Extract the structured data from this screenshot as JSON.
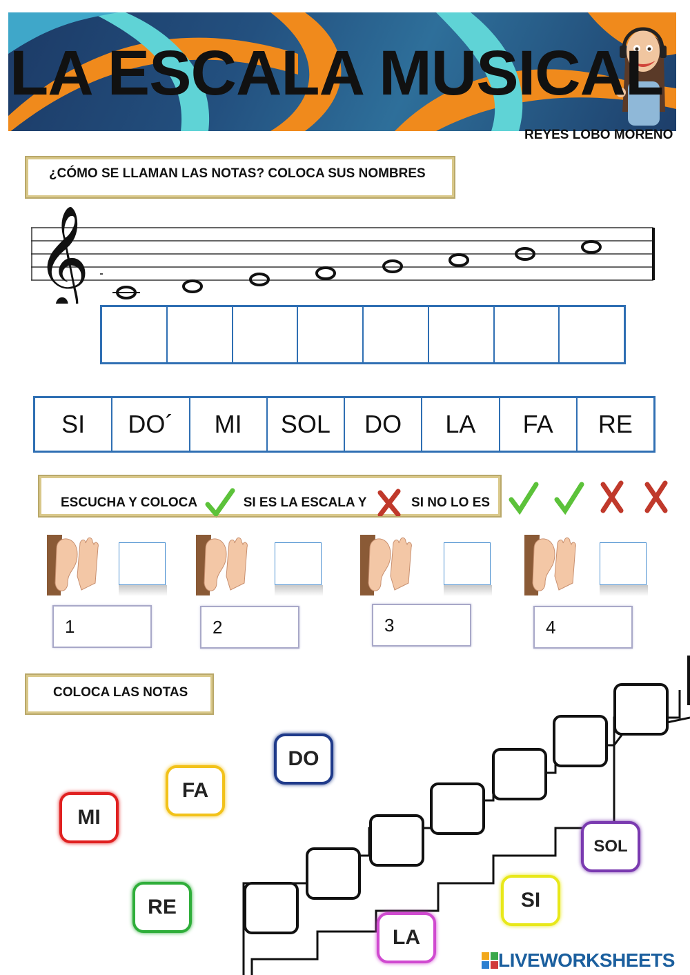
{
  "header": {
    "title": "LA ESCALA MUSICAL",
    "author": "REYES LOBO MORENO"
  },
  "section1": {
    "instruction": "¿CÓMO SE LLAMAN LAS NOTAS? COLOCA SUS NOMBRES",
    "note_names": [
      "SI",
      "DO´",
      "MI",
      "SOL",
      "DO",
      "LA",
      "FA",
      "RE"
    ]
  },
  "section2": {
    "instruction_part1": "ESCUCHA Y COLOCA",
    "instruction_part2": "SI ES LA ESCALA Y",
    "instruction_part3": "SI NO LO ES",
    "symbols": [
      "check-icon",
      "check-icon",
      "cross-icon",
      "cross-icon"
    ],
    "items": [
      "1",
      "2",
      "3",
      "4"
    ]
  },
  "section3": {
    "instruction": "COLOCA LAS NOTAS",
    "chips": [
      {
        "label": "MI",
        "color": "#e02020"
      },
      {
        "label": "FA",
        "color": "#f2c21a"
      },
      {
        "label": "DO",
        "color": "#1f3a8a"
      },
      {
        "label": "RE",
        "color": "#2fae3a"
      },
      {
        "label": "LA",
        "color": "#d04ad0"
      },
      {
        "label": "SI",
        "color": "#e8e81a"
      },
      {
        "label": "SOL",
        "color": "#7a3ab0"
      }
    ]
  },
  "footer": {
    "brand": "LIVEWORKSHEETS"
  },
  "colors": {
    "accent_blue": "#2f6fb3",
    "check_green": "#5cc23a",
    "cross_red": "#c0392b"
  }
}
